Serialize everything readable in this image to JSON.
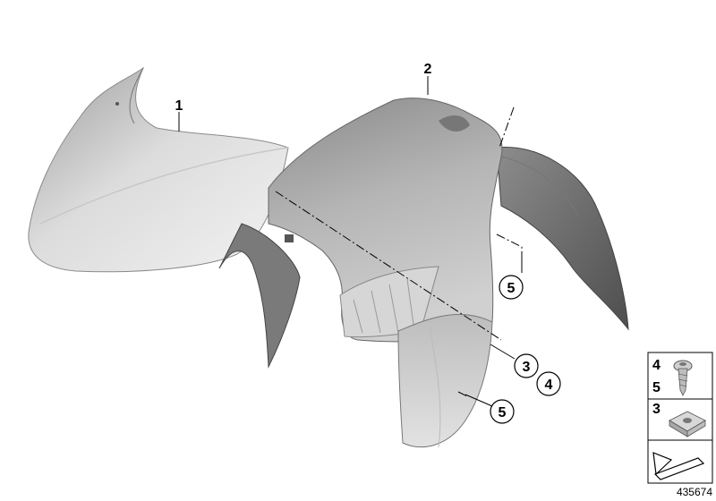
{
  "callouts": {
    "front_cover": "1",
    "front_fender": "2",
    "clip_nut_a": "3",
    "screw_a": "4",
    "screw_b_right": "5",
    "screw_b_lower": "5"
  },
  "legend": {
    "screw_row_top": "4",
    "screw_row_bottom": "5",
    "clip_nut_row": "3"
  },
  "reference_id": "435674",
  "colors": {
    "part_light": "#e4e4e4",
    "part_mid": "#a8a8a8",
    "part_dark": "#5c5c5c",
    "line": "#000000"
  },
  "icons": [
    "screw-icon",
    "clip-nut-icon",
    "direction-arrow-icon"
  ]
}
